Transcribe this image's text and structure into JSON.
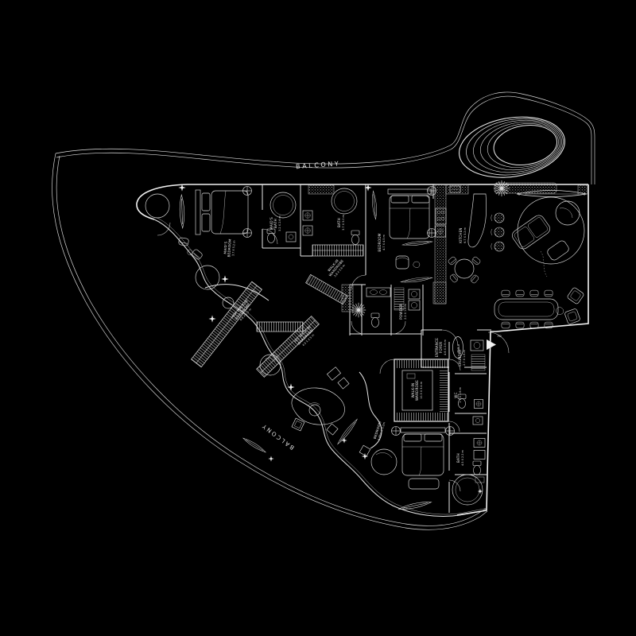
{
  "drawing": {
    "type": "apartment-floor-plan",
    "style": "CAD white-on-black"
  },
  "colors": {
    "background": "#000000",
    "line": "#ececec",
    "wall": "#f2f2f2",
    "hatch": "#d8d8d8"
  },
  "labels": {
    "balcony_top": "BALCONY",
    "balcony_side": "BALCONY",
    "fire_door": "FD",
    "foyer_table": "TABLE"
  },
  "rooms": {
    "maids_bedroom": {
      "line1": "MAID'S",
      "line2": "BEDROOM",
      "dims": "3.7 X 5.2 m"
    },
    "maids_bath": {
      "line1": "MAID'S",
      "line2": "BATH",
      "dims": "3.2 X 2.6 m"
    },
    "bath": {
      "line1": "BATH",
      "dims": "3.7 X 3.0 m"
    },
    "walkin_wardrobe": {
      "line1": "WALK-IN",
      "line2": "WARDROBE",
      "dims": "3.8 X 2.6 m"
    },
    "bedroom": {
      "line1": "BEDROOM",
      "dims": "4.7 X 4.5 m"
    },
    "kitchen": {
      "line1": "KITCHEN",
      "dims": "6.7 X 3.2 m"
    },
    "her_wardrobe": {
      "line1": "HER WALK-IN",
      "line2": "WARDROBE",
      "dims": "6.8 X 2.5 m"
    },
    "his_wardrobe": {
      "line1": "HIS WALK-IN",
      "line2": "WARDROBE",
      "dims": "4.5 X 2.5 m"
    },
    "master_wardrobe": {
      "line1": "WALK-IN",
      "line2": "WARDROBE",
      "dims": "10.3 X 3.4 m"
    },
    "master_bedroom": {
      "line1": "BEDROOM",
      "dims": "3.48m X 5.2m"
    },
    "entrance_foyer": {
      "line1": "ENTRANCE",
      "line2": "FOYER",
      "dims": "4.6 X 2.6 m"
    },
    "powder": {
      "line1": "POWDER",
      "dims": "2.2 X 1.6 m"
    },
    "laundry": {
      "line1": "LAUNDRY",
      "dims": "2.7 X 1.6 m"
    },
    "wc": {
      "line1": "WC",
      "dims": "1.7 X 1.6 m"
    },
    "bath2": {
      "line1": "BATH",
      "dims": "4.5 X 2.2 m"
    }
  }
}
